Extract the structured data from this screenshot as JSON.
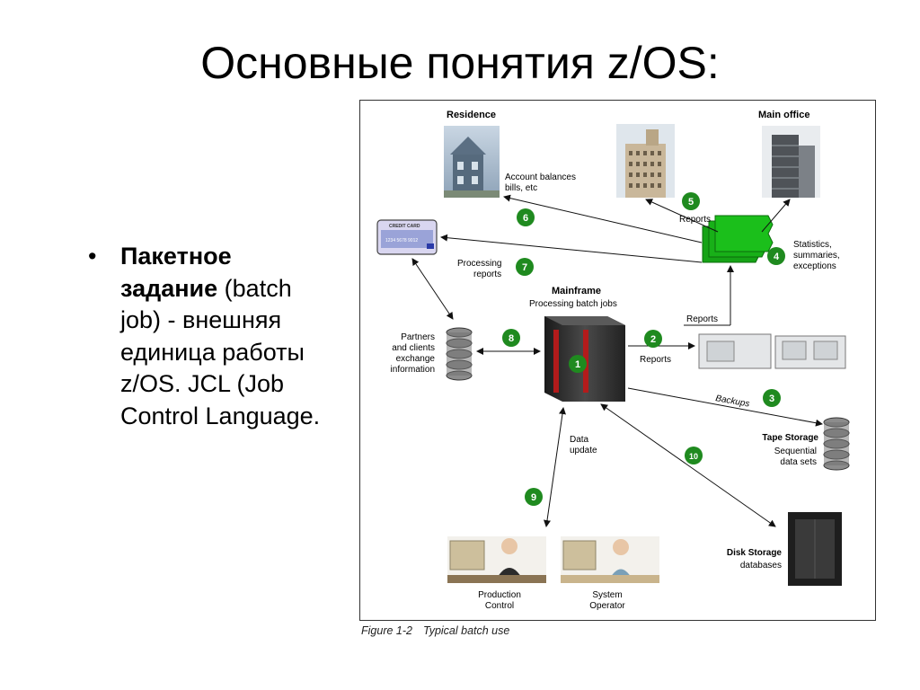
{
  "title": "Основные понятия z/OS:",
  "bullet": {
    "dot": "•",
    "bold_term": "Пакетное задание",
    "text": " (batch job) - внешняя единица работы z/OS. JCL (Job Control Language."
  },
  "figure": {
    "caption_number": "Figure 1-2",
    "caption_text": "Typical batch use",
    "labels": {
      "residence": "Residence",
      "main_office": "Main office",
      "account_balances_1": "Account balances",
      "account_balances_2": "bills, etc",
      "reports_top": "Reports",
      "statistics_1": "Statistics,",
      "statistics_2": "summaries,",
      "statistics_3": "exceptions",
      "processing_reports_1": "Processing",
      "processing_reports_2": "reports",
      "mainframe": "Mainframe",
      "processing_batch_jobs": "Processing batch jobs",
      "reports_right": "Reports",
      "reports_mid": "Reports",
      "partners_1": "Partners",
      "partners_2": "and clients",
      "partners_3": "exchange",
      "partners_4": "information",
      "backups": "Backups",
      "tape_storage": "Tape Storage",
      "sequential_1": "Sequential",
      "sequential_2": "data sets",
      "data_update_1": "Data",
      "data_update_2": "update",
      "disk_storage": "Disk Storage",
      "databases": "databases",
      "production_1": "Production",
      "production_2": "Control",
      "system_1": "System",
      "system_2": "Operator",
      "credit_card": "CREDIT CARD",
      "card_number": "1234 5678 9012"
    },
    "steps": [
      "1",
      "2",
      "3",
      "4",
      "5",
      "6",
      "7",
      "8",
      "9",
      "10"
    ],
    "colors": {
      "step_green": "#1f8a1f",
      "paper_green": "#16a316",
      "mainframe_dark": "#2a2a2a"
    }
  }
}
